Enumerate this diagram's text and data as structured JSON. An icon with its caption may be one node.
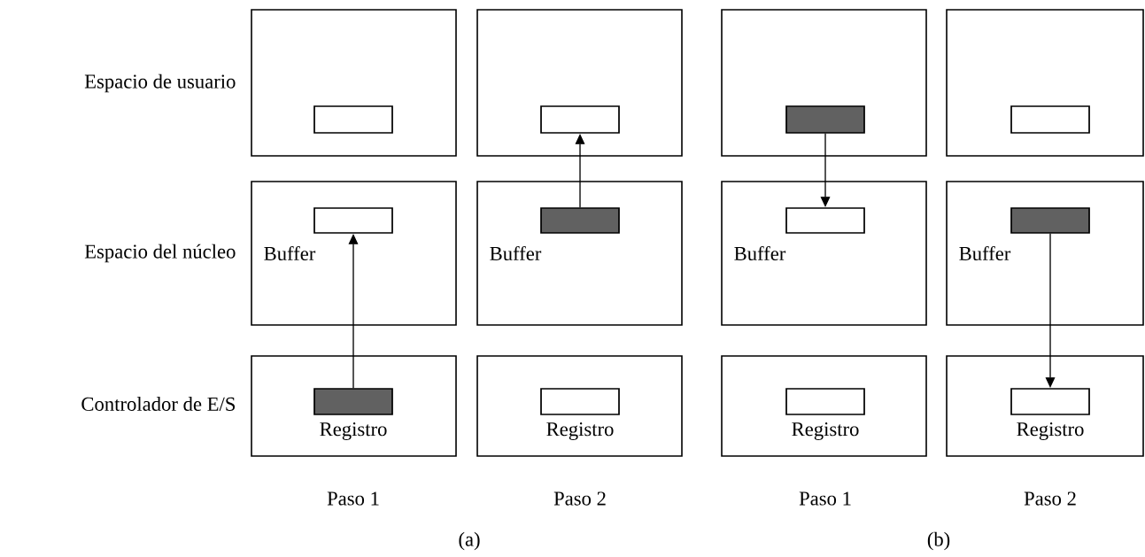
{
  "diagram": {
    "nodes": [
      {
        "text": [],
        "shape": "box"
      },
      {
        "text": [],
        "shape": "box",
        "in": 0
      },
      {
        "text": [],
        "shape": "box"
      },
      {
        "text": [],
        "shape": "box",
        "in": 2
      },
      {
        "text": [],
        "shape": "box"
      },
      {
        "text": [],
        "shape": "box",
        "in": 4
      },
      {
        "text": [],
        "shape": "box"
      },
      {
        "text": [],
        "shape": "box",
        "in": 6
      },
      {
        "text": [
          "Buffer"
        ]
      },
      {
        "text": [],
        "shape": "box",
        "in": 8
      },
      {
        "text": [
          "Buffer"
        ]
      },
      {
        "text": [],
        "shape": "box",
        "in": 10
      },
      {
        "text": [
          "Buffer"
        ]
      },
      {
        "text": [],
        "shape": "box",
        "in": 12
      },
      {
        "text": [
          "Buffer"
        ]
      },
      {
        "text": [],
        "shape": "box",
        "in": 14
      },
      {
        "text": [
          "Registro"
        ]
      },
      {
        "text": [],
        "shape": "box",
        "in": 16
      },
      {
        "text": [
          "Registro"
        ]
      },
      {
        "text": [],
        "shape": "box",
        "in": 18
      },
      {
        "text": [
          "Registro"
        ]
      },
      {
        "text": [],
        "shape": "box",
        "in": 20
      },
      {
        "text": [
          "Registro"
        ]
      },
      {
        "text": [],
        "shape": "box",
        "in": 22
      }
    ],
    "edges": [
      {
        "from": 17,
        "to": 9,
        "arrow": "to"
      },
      {
        "from": 11,
        "to": 3,
        "arrow": "to"
      },
      {
        "from": 5,
        "to": 13,
        "arrow": "to"
      },
      {
        "from": 15,
        "to": 23,
        "arrow": "to"
      }
    ],
    "labels": [
      "Espacio de usuario",
      "Espacio del núcleo",
      "Controlador de E/S",
      "Paso 1",
      "Paso 2",
      "Paso 1",
      "Paso 2",
      "(a)",
      "(b)"
    ]
  }
}
